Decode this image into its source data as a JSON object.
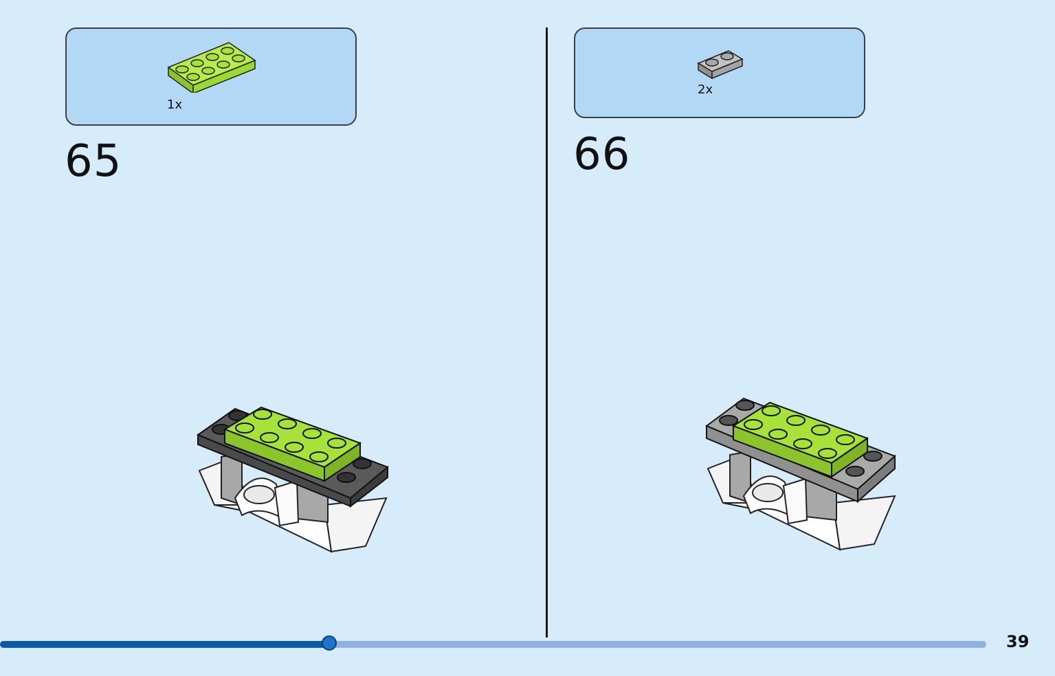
{
  "steps": [
    {
      "number": "65",
      "part_count": "1x",
      "part_color": "#a6e23a"
    },
    {
      "number": "66",
      "part_count": "2x",
      "part_color": "#a9a9a9"
    }
  ],
  "colors": {
    "background": "#d6ecfb",
    "callout": "#b3d8f5",
    "lime": "#a6e23a",
    "dark_gray": "#5a5a5a",
    "light_gray": "#a9a9a9",
    "progress_done": "#0b5aa5",
    "progress_remaining": "#8fb0e0"
  },
  "progress": {
    "fraction": 0.3336
  },
  "page_number": "39"
}
